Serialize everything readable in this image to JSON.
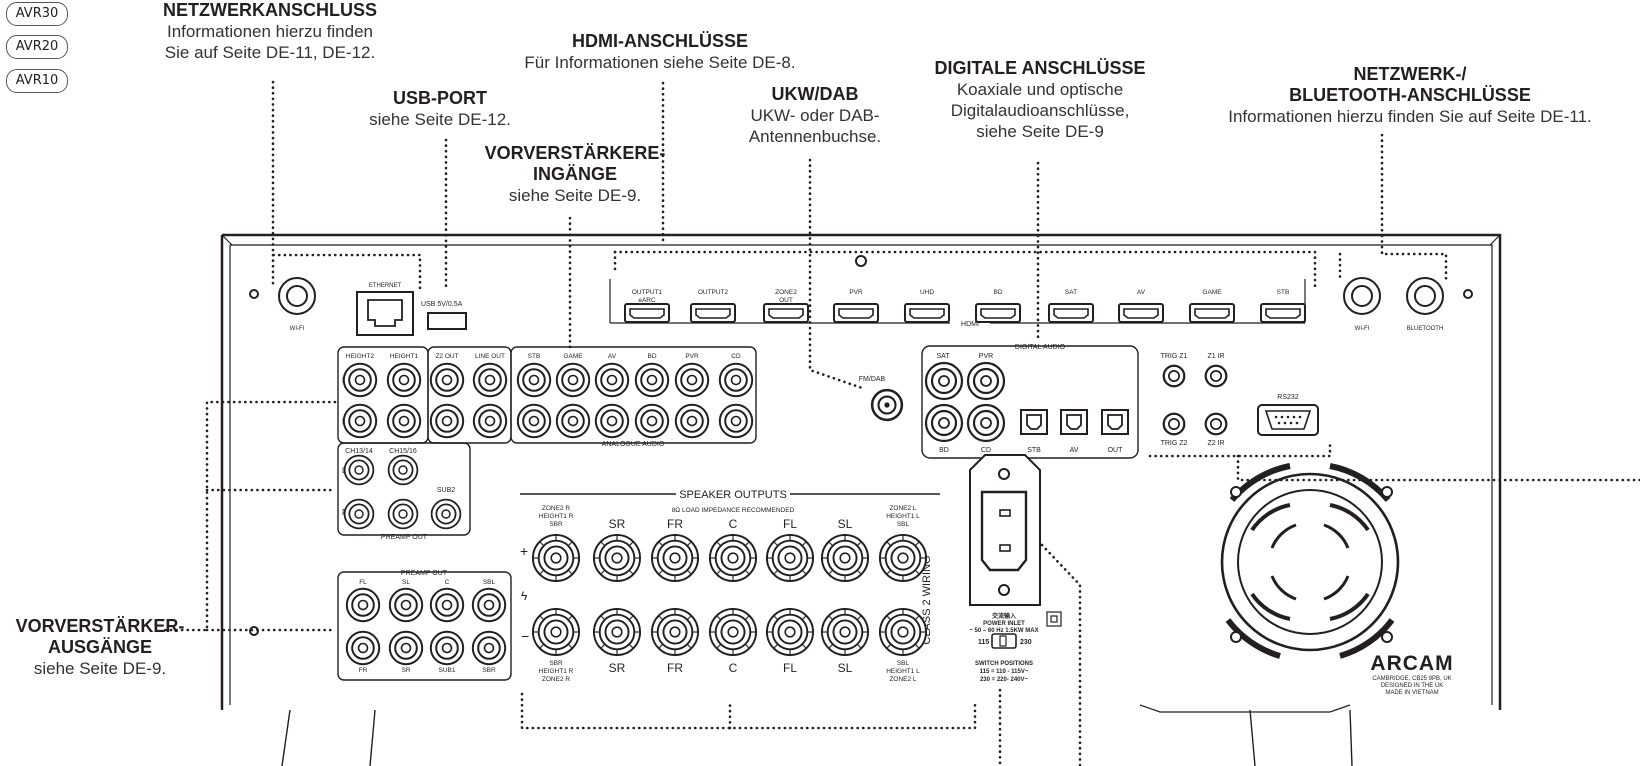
{
  "badges": [
    "AVR30",
    "AVR20",
    "AVR10"
  ],
  "callouts": {
    "netzwerk": {
      "title": "NETZWERKANSCHLUSS",
      "line1": "Informationen hierzu finden",
      "line2": "Sie auf Seite DE-11, DE-12."
    },
    "hdmi": {
      "title": "HDMI-ANSCHLÜSSE",
      "line1": "Für Informationen siehe Seite DE-8."
    },
    "usb": {
      "title": "USB-PORT",
      "line1": "siehe Seite DE-12."
    },
    "ukw": {
      "title": "UKW/DAB",
      "line1": "UKW- oder DAB-",
      "line2": "Antennenbuchse."
    },
    "digital": {
      "title": "DIGITALE ANSCHLÜSSE",
      "line1": "Koaxiale und optische",
      "line2": "Digitalaudioanschlüsse,",
      "line3": "siehe Seite DE-9"
    },
    "bt": {
      "title1": "NETZWERK-/",
      "title2": "BLUETOOTH-ANSCHLÜSSE",
      "line1": "Informationen hierzu finden Sie auf Seite DE-11."
    },
    "pre_in": {
      "title1": "VORVERSTÄRKERE-",
      "title2": "INGÄNGE",
      "line1": "siehe Seite DE-9."
    },
    "pre_out": {
      "title1": "VORVERSTÄRKER-",
      "title2": "AUSGÄNGE",
      "line1": "siehe Seite DE-9."
    }
  },
  "panel": {
    "ethernet": "ETHERNET",
    "usb": "USB 5V/0.5A",
    "wifi": "WI-FI",
    "bluetooth": "BLUETOOTH",
    "hdmi_label": "HDMI",
    "hdmi_ports": [
      "OUTPUT1\neARC",
      "OUTPUT2",
      "ZONE2\nOUT",
      "PVR",
      "UHD",
      "BD",
      "SAT",
      "AV",
      "GAME",
      "STB"
    ],
    "analog_top": [
      "HEIGHT2",
      "HEIGHT1",
      "Z2 OUT",
      "LINE OUT",
      "STB",
      "GAME",
      "AV",
      "BD",
      "PVR",
      "CD"
    ],
    "analog_label": "ANALOGUE AUDIO",
    "ch_labels": [
      "CH13/14",
      "CH15/16",
      "SUB2"
    ],
    "preamp_out": "PREAMP OUT",
    "preamp_out2": [
      "FL",
      "SL",
      "C",
      "SBL",
      "FR",
      "SR",
      "SUB1",
      "SBR"
    ],
    "fm_dab": "FM/DAB",
    "digital_audio": "DIGITAL AUDIO",
    "digital_ports": [
      "SAT",
      "PVR",
      "BD",
      "CD",
      "STB",
      "AV",
      "OUT"
    ],
    "trig": [
      "TRIG Z1",
      "Z1 IR",
      "TRIG Z2",
      "Z2 IR"
    ],
    "rs232": "RS232",
    "speaker_outputs": "SPEAKER OUTPUTS",
    "impedance": "8Ω LOAD IMPEDANCE RECOMMENDED",
    "speaker_top": [
      "ZONE2 R\nHEIGHT1 R\nSBR",
      "SR",
      "FR",
      "C",
      "FL",
      "SL",
      "ZONE2 L\nHEIGHT1 L\nSBL"
    ],
    "speaker_bottom": [
      "SBR\nHEIGHT1 R\nZONE2 R",
      "SR",
      "FR",
      "C",
      "FL",
      "SL",
      "SBL\nHEIGHT1 L\nZONE2 L"
    ],
    "class2": "CLASS 2 WIRING",
    "power": [
      "交流输入",
      "POWER INLET",
      "~ 50 – 60 Hz 1.5KW MAX"
    ],
    "switch": [
      "115",
      "230",
      "SWITCH POSITIONS",
      "115 = 110 - 115V~",
      "230 = 220- 240V~"
    ],
    "brand": "ARCAM",
    "brand_lines": [
      "CAMBRIDGE, CB25 9PB, UK",
      "DESIGNED IN THE UK",
      "MADE IN VIETNAM"
    ]
  }
}
